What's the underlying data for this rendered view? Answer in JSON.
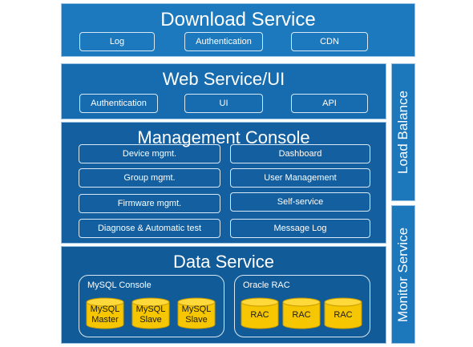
{
  "download_service": {
    "title": "Download Service",
    "items": [
      "Log",
      "Authentication",
      "CDN"
    ]
  },
  "web_service": {
    "title": "Web Service/UI",
    "items": [
      "Authentication",
      "UI",
      "API"
    ]
  },
  "management_console": {
    "title": "Management Console",
    "left": [
      "Device mgmt.",
      "Group mgmt.",
      "Firmware mgmt.",
      "Diagnose & Automatic test"
    ],
    "right": [
      "Dashboard",
      "User Management",
      "Self-service",
      "Message Log"
    ]
  },
  "data_service": {
    "title": "Data Service",
    "mysql": {
      "label": "MySQL Console",
      "nodes": [
        {
          "line1": "MySQL",
          "line2": "Master"
        },
        {
          "line1": "MySQL",
          "line2": "Slave"
        },
        {
          "line1": "MySQL",
          "line2": "Slave"
        }
      ]
    },
    "oracle": {
      "label": "Oracle RAC",
      "nodes": [
        {
          "line1": "RAC"
        },
        {
          "line1": "RAC"
        },
        {
          "line1": "RAC"
        }
      ]
    }
  },
  "side_bars": {
    "load_balance": "Load Balance",
    "monitor_service": "Monitor Service"
  },
  "colors": {
    "layer_border": "#9cc3e4",
    "database": "#f6c700"
  }
}
